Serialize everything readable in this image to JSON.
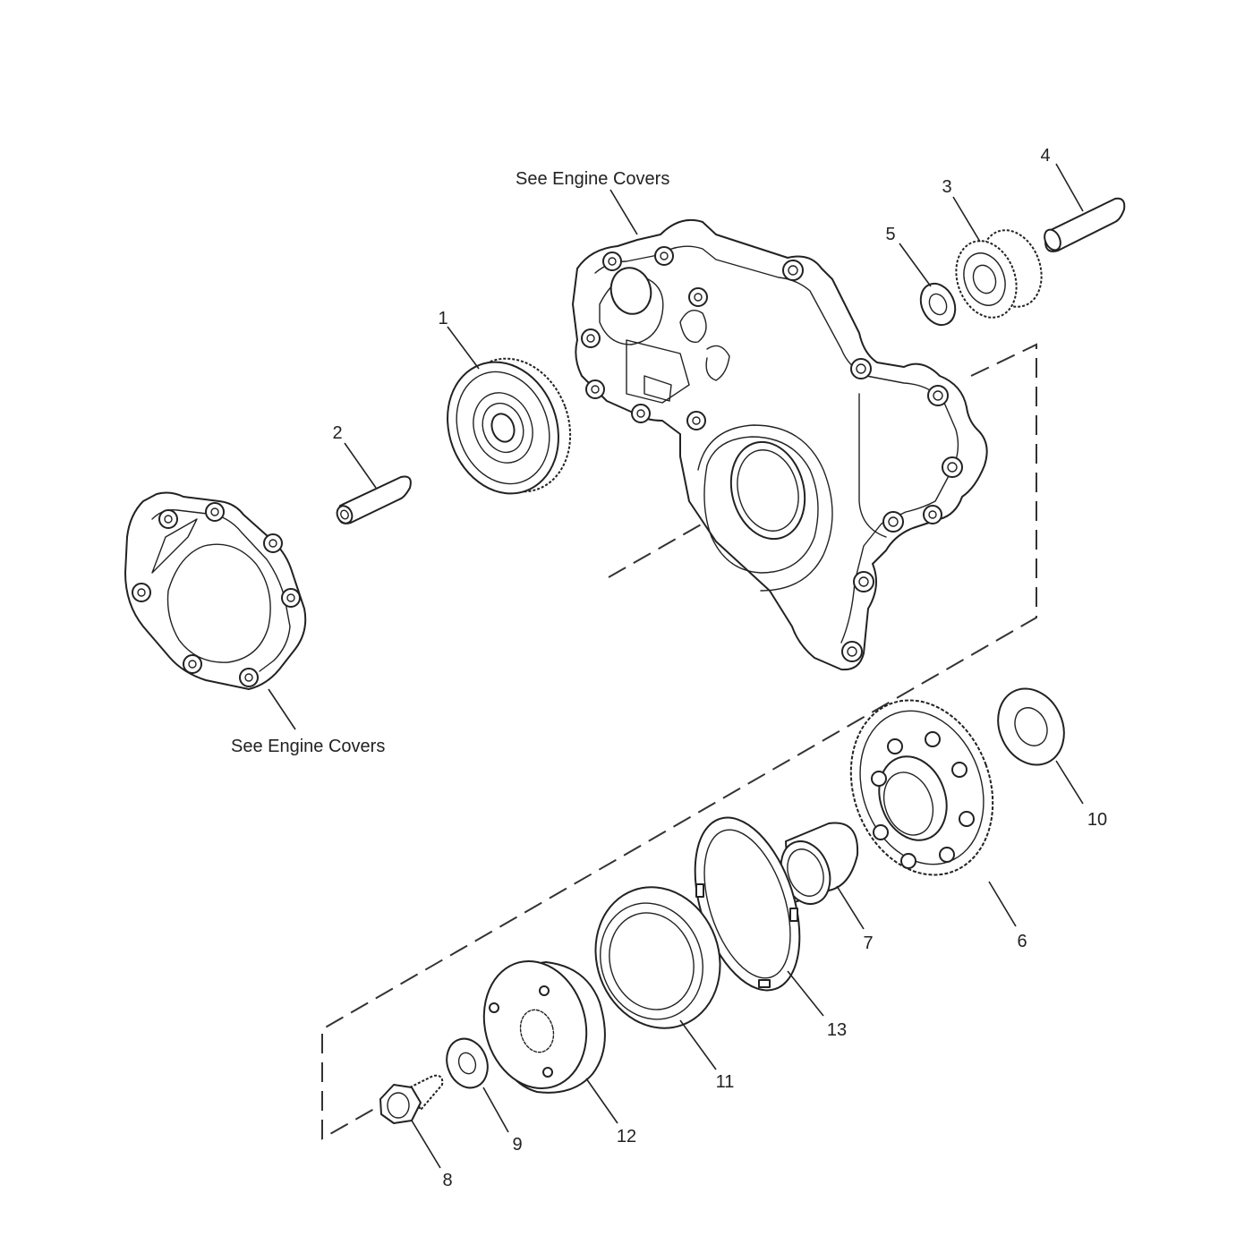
{
  "labels": {
    "see_engine_covers_top": "See Engine Covers",
    "see_engine_covers_bottom": "See Engine Covers"
  },
  "callouts": [
    "1",
    "2",
    "3",
    "4",
    "5",
    "6",
    "7",
    "8",
    "9",
    "10",
    "11",
    "12",
    "13"
  ]
}
